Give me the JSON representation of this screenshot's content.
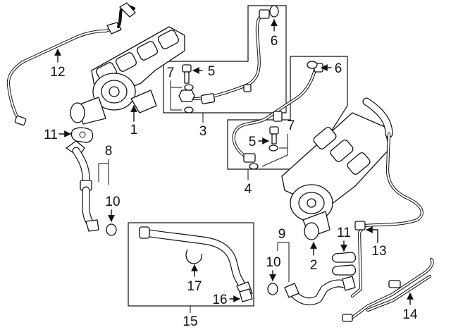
{
  "callouts": [
    {
      "id": "c1",
      "text": "1"
    },
    {
      "id": "c2",
      "text": "2"
    },
    {
      "id": "c3",
      "text": "3"
    },
    {
      "id": "c4",
      "text": "4"
    },
    {
      "id": "c5a",
      "text": "5"
    },
    {
      "id": "c5b",
      "text": "5"
    },
    {
      "id": "c6a",
      "text": "6"
    },
    {
      "id": "c6b",
      "text": "6"
    },
    {
      "id": "c7a",
      "text": "7"
    },
    {
      "id": "c7b",
      "text": "7"
    },
    {
      "id": "c8",
      "text": "8"
    },
    {
      "id": "c9",
      "text": "9"
    },
    {
      "id": "c10a",
      "text": "10"
    },
    {
      "id": "c10b",
      "text": "10"
    },
    {
      "id": "c11a",
      "text": "11"
    },
    {
      "id": "c11b",
      "text": "11"
    },
    {
      "id": "c12",
      "text": "12"
    },
    {
      "id": "c13",
      "text": "13"
    },
    {
      "id": "c14",
      "text": "14"
    },
    {
      "id": "c15",
      "text": "15"
    },
    {
      "id": "c16",
      "text": "16"
    },
    {
      "id": "c17",
      "text": "17"
    }
  ]
}
